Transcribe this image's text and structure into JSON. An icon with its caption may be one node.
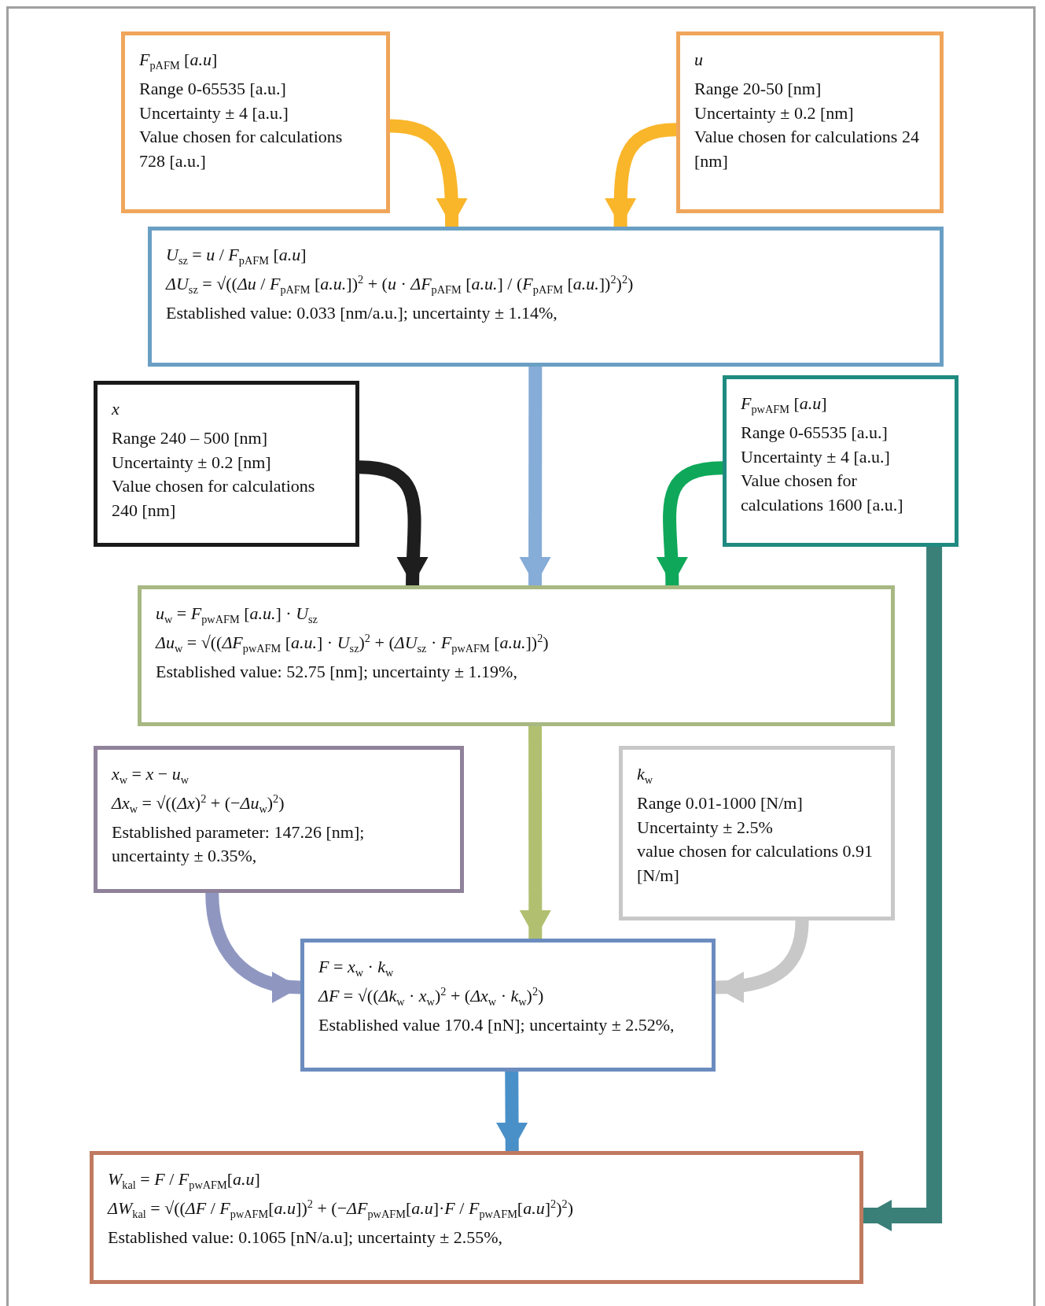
{
  "diagram": {
    "nodes": [
      {
        "text": [
          "*F*$_{pAFM}$ [*a.u*]",
          "Range 0-65535 [a.u.]",
          "Uncertainty ± 4 [a.u.]",
          "Value chosen for calculations 728 [a.u.]"
        ]
      },
      {
        "text": [
          "*u*",
          "Range  20-50 [nm]",
          "Uncertainty ± 0.2 [nm]",
          "Value chosen for calculations 24 [nm]"
        ]
      },
      {
        "text": [
          "*U*$_{sz}$ = *u* / *F*$_{pAFM}$ [*a.u*]",
          "*ΔU*$_{sz}$ = √((*Δu* / *F*$_{pAFM}$ [*a.u.*])$^{2}$ + (*u* · *ΔF*$_{pAFM}$ [*a.u.*] / (*F*$_{pAFM}$ [*a.u.*])$^{2}$)$^{2}$)",
          "Established value: 0.033 [nm/a.u.]; uncertainty ± 1.14%,"
        ]
      },
      {
        "text": [
          "*x*",
          "Range 240 – 500 [nm]",
          "Uncertainty ± 0.2 [nm]",
          "Value chosen for calculations 240 [nm]"
        ]
      },
      {
        "text": [
          "*F*$_{pwAFM}$ [*a.u*]",
          "Range 0-65535 [a.u.]",
          "Uncertainty ± 4 [a.u.]",
          "Value chosen for calculations 1600 [a.u.]"
        ]
      },
      {
        "text": [
          "*u*$_{w}$ = *F*$_{pwAFM}$ [*a.u.*] · *U*$_{sz}$",
          "*Δu*$_{w}$ = √((*ΔF*$_{pwAFM}$ [*a.u.*] · *U*$_{sz}$)$^{2}$ + (*ΔU*$_{sz}$ · *F*$_{pwAFM}$ [*a.u.*])$^{2}$)",
          "Established value:  52.75 [nm]; uncertainty ± 1.19%,"
        ]
      },
      {
        "text": [
          "*x*$_{w}$ = *x* − *u*$_{w}$",
          "*Δx*$_{w}$ = √((*Δx*)$^{2}$ + (−*Δu*$_{w}$)$^{2}$)",
          "Established parameter: 147.26 [nm]; uncertainty ± 0.35%,"
        ]
      },
      {
        "text": [
          "*k*$_{w}$",
          "Range 0.01-1000 [N/m]",
          "Uncertainty ± 2.5%",
          "value chosen for calculations  0.91 [N/m]"
        ]
      },
      {
        "text": [
          "*F* = *x*$_{w}$ · *k*$_{w}$",
          "*ΔF* = √((*Δk*$_{w}$ · *x*$_{w}$)$^{2}$ + (*Δx*$_{w}$ · *k*$_{w}$)$^{2}$)",
          "Established value 170.4 [nN]; uncertainty ± 2.52%,"
        ]
      },
      {
        "text": [
          "*W*$_{kal}$ = *F* / *F*$_{pwAFM}$[*a.u*]",
          "*ΔW*$_{kal}$ = √((*ΔF* / *F*$_{pwAFM}$[*a.u*])$^{2}$ + (−*ΔF*$_{pwAFM}$[*a.u*]·*F* / *F*$_{pwAFM}$[*a.u*]$^{2}$)$^{2}$)",
          "Established value: 0.1065 [nN/a.u]; uncertainty ± 2.55%,"
        ]
      }
    ],
    "edges": [
      {
        "from": 0,
        "to": 2,
        "arrow": "to",
        "color": "#f9b62a"
      },
      {
        "from": 1,
        "to": 2,
        "arrow": "to",
        "color": "#f9b62a"
      },
      {
        "from": 2,
        "to": 5,
        "arrow": "to",
        "color": "#86acd8"
      },
      {
        "from": 3,
        "to": 5,
        "arrow": "to",
        "color": "#1e1e1e"
      },
      {
        "from": 4,
        "to": 5,
        "arrow": "to",
        "color": "#0fa85a"
      },
      {
        "from": 4,
        "to": 9,
        "arrow": "to",
        "color": "#3a7f78"
      },
      {
        "from": 5,
        "to": 8,
        "arrow": "to",
        "color": "#b0c070"
      },
      {
        "from": 6,
        "to": 8,
        "arrow": "to",
        "color": "#8f97c1"
      },
      {
        "from": 7,
        "to": 8,
        "arrow": "to",
        "color": "#c8c8c8"
      },
      {
        "from": 8,
        "to": 9,
        "arrow": "to",
        "color": "#4a90c8"
      }
    ]
  }
}
